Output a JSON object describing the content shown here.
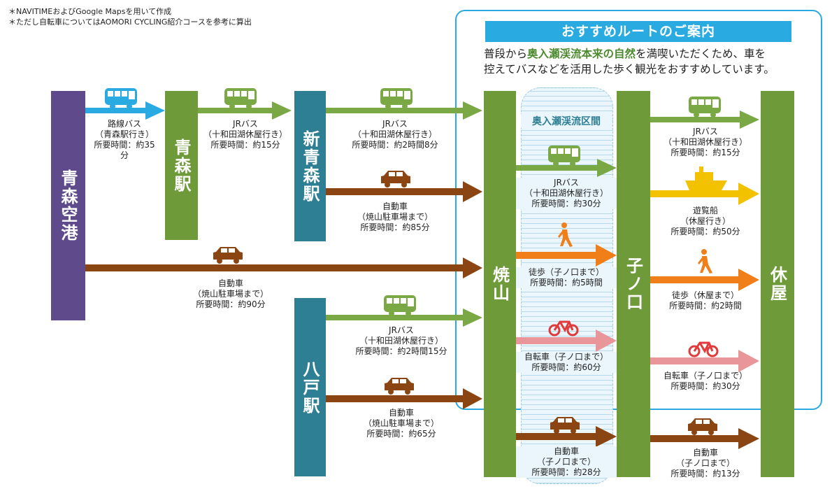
{
  "notes": [
    "＊NAVITIMEおよびGoogle Mapsを用いて作成",
    "＊ただし自転車についてはAOMORI CYCLING紹介コースを参考に算出"
  ],
  "recommend": {
    "title": "おすすめルートのご案内",
    "line1_a": "普段から",
    "line1_hl": "奥入瀬渓流本来の自然",
    "line1_b": "を満喫いただくため、車を",
    "line2": "控えてバスなどを活用した歩く観光をおすすめしています。"
  },
  "zone_label": "奥入瀬渓流区間",
  "stations": {
    "aomori_airport": "青森空港",
    "aomori": "青森駅",
    "shin_aomori": "新青森駅",
    "hachinohe": "八戸駅",
    "yakeyama": "焼山",
    "nenokuchi": "子ノ口",
    "yasumiya": "休屋"
  },
  "routes": {
    "airport_aomori": [
      "路線バス",
      "（青森駅行き）",
      "所要時間：約35",
      "分"
    ],
    "aomori_shinaomori": [
      "JRバス",
      "（十和田湖休屋行き）",
      "所要時間：約15分"
    ],
    "shinaomori_yakeyama_bus": [
      "JRバス",
      "（十和田湖休屋行き）",
      "所要時間：約2時間8分"
    ],
    "shinaomori_yakeyama_car": [
      "自動車",
      "（焼山駐車場まで）",
      "所要時間：約85分"
    ],
    "airport_yakeyama_car": [
      "自動車",
      "（焼山駐車場まで）",
      "所要時間：約90分"
    ],
    "hachinohe_yakeyama_bus": [
      "JRバス",
      "（十和田湖休屋行き）",
      "所要時間：約2時間15分"
    ],
    "hachinohe_yakeyama_car": [
      "自動車",
      "（焼山駐車場まで）",
      "所要時間：約65分"
    ],
    "yake_neno_bus": [
      "JRバス",
      "（十和田湖休屋行き）",
      "所要時間：約30分"
    ],
    "yake_neno_walk": [
      "徒歩（子ノ口まで）",
      "所要時間：約5時間"
    ],
    "yake_neno_bike": [
      "自転車（子ノ口まで）",
      "所要時間：約60分"
    ],
    "yake_neno_car": [
      "自動車",
      "（子ノ口まで）",
      "所要時間：約28分"
    ],
    "neno_yasu_bus": [
      "JRバス",
      "（十和田湖休屋行き）",
      "所要時間：約15分"
    ],
    "neno_yasu_boat": [
      "遊覧船",
      "（休屋行き）",
      "所要時間：約50分"
    ],
    "neno_yasu_walk": [
      "徒歩（休屋まで）",
      "所要時間：約2時間"
    ],
    "neno_yasu_bike": [
      "自転車（子ノ口まで）",
      "所要時間：約30分"
    ],
    "neno_yasu_car": [
      "自動車",
      "（子ノ口まで）",
      "所要時間：約13分"
    ]
  },
  "colors": {
    "blue": "#29abe2",
    "green": "#7aa845",
    "brown": "#8b4513",
    "orange": "#f07f1a",
    "pink": "#e8969a",
    "yellow": "#f2c100"
  }
}
